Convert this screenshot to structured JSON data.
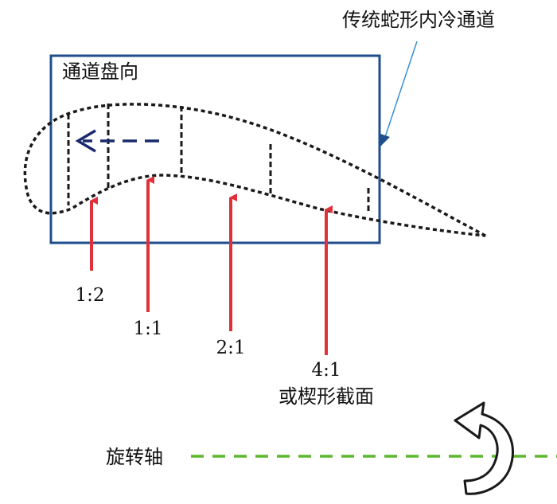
{
  "labels": {
    "channel_title": "传统蛇形内冷通道",
    "channel_direction": "通道盘向",
    "rotation_axis": "旋转轴",
    "wedge_section": "或楔形截面"
  },
  "ratios": [
    "1:2",
    "1:1",
    "2:1",
    "4:1"
  ],
  "colors": {
    "box_border": "#1f4e8c",
    "profile": "#1a1a1a",
    "flow_arrow": "#1a2a6c",
    "pointer_arrows": "#e0313b",
    "axis_line": "#5cb82e",
    "leader_line": "#3a8fd0"
  }
}
